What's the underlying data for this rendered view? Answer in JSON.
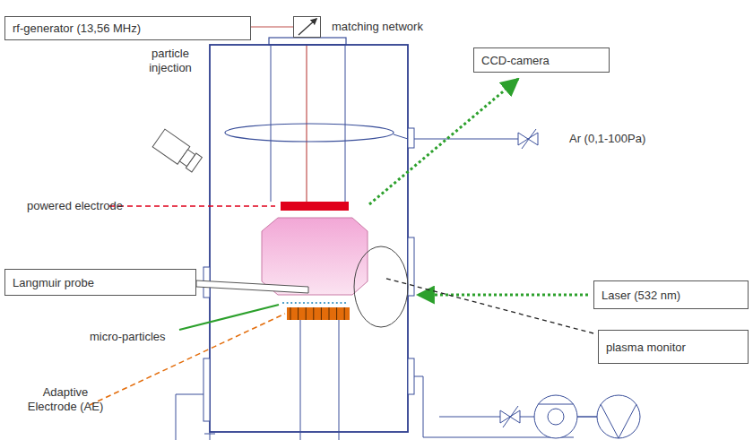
{
  "diagram": {
    "nodes": [
      {
        "text": [
          "rf-generator (13,56 MHz)"
        ]
      },
      {
        "text": [
          "matching network"
        ]
      },
      {
        "text": [
          "CCD-camera"
        ]
      },
      {
        "text": [
          "Langmuir probe"
        ]
      },
      {
        "text": [
          "Laser (532 nm)"
        ]
      },
      {
        "text": [
          "plasma monitor"
        ]
      }
    ],
    "edges": [
      {
        "from": 0,
        "to": 1,
        "arrow": "none"
      }
    ],
    "labels": [
      "particle injection",
      "powered electrode",
      "micro-particles",
      "Adaptive Electrode (AE)",
      "Ar (0,1-100Pa)"
    ]
  }
}
